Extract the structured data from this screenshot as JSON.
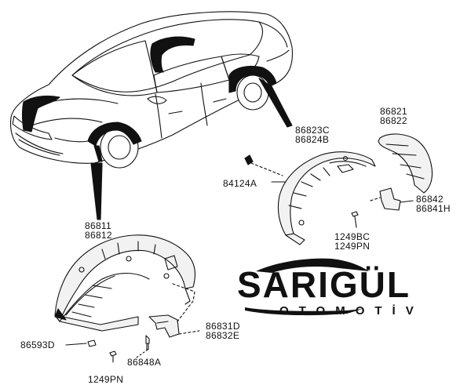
{
  "parts": [
    {
      "id": "p86811",
      "label": "86811"
    },
    {
      "id": "p86812",
      "label": "86812"
    },
    {
      "id": "p86823C",
      "label": "86823C"
    },
    {
      "id": "p86824B",
      "label": "86824B"
    },
    {
      "id": "p86821",
      "label": "86821"
    },
    {
      "id": "p86822",
      "label": "86822"
    },
    {
      "id": "p84124A",
      "label": "84124A"
    },
    {
      "id": "p86842",
      "label": "86842"
    },
    {
      "id": "p86841H",
      "label": "86841H"
    },
    {
      "id": "p1249BC",
      "label": "1249BC"
    },
    {
      "id": "p1249PN_a",
      "label": "1249PN"
    },
    {
      "id": "p86831D",
      "label": "86831D"
    },
    {
      "id": "p86832E",
      "label": "86832E"
    },
    {
      "id": "p86593D",
      "label": "86593D"
    },
    {
      "id": "p86848A",
      "label": "86848A"
    },
    {
      "id": "p1249PN_b",
      "label": "1249PN"
    }
  ],
  "watermark": {
    "name": "SARIGÜL",
    "subtitle": "OTOMOTİV"
  },
  "colors": {
    "line": "#111111",
    "fill": "#ffffff",
    "part_shade": "#f2f2f2",
    "dark": "#111111"
  }
}
